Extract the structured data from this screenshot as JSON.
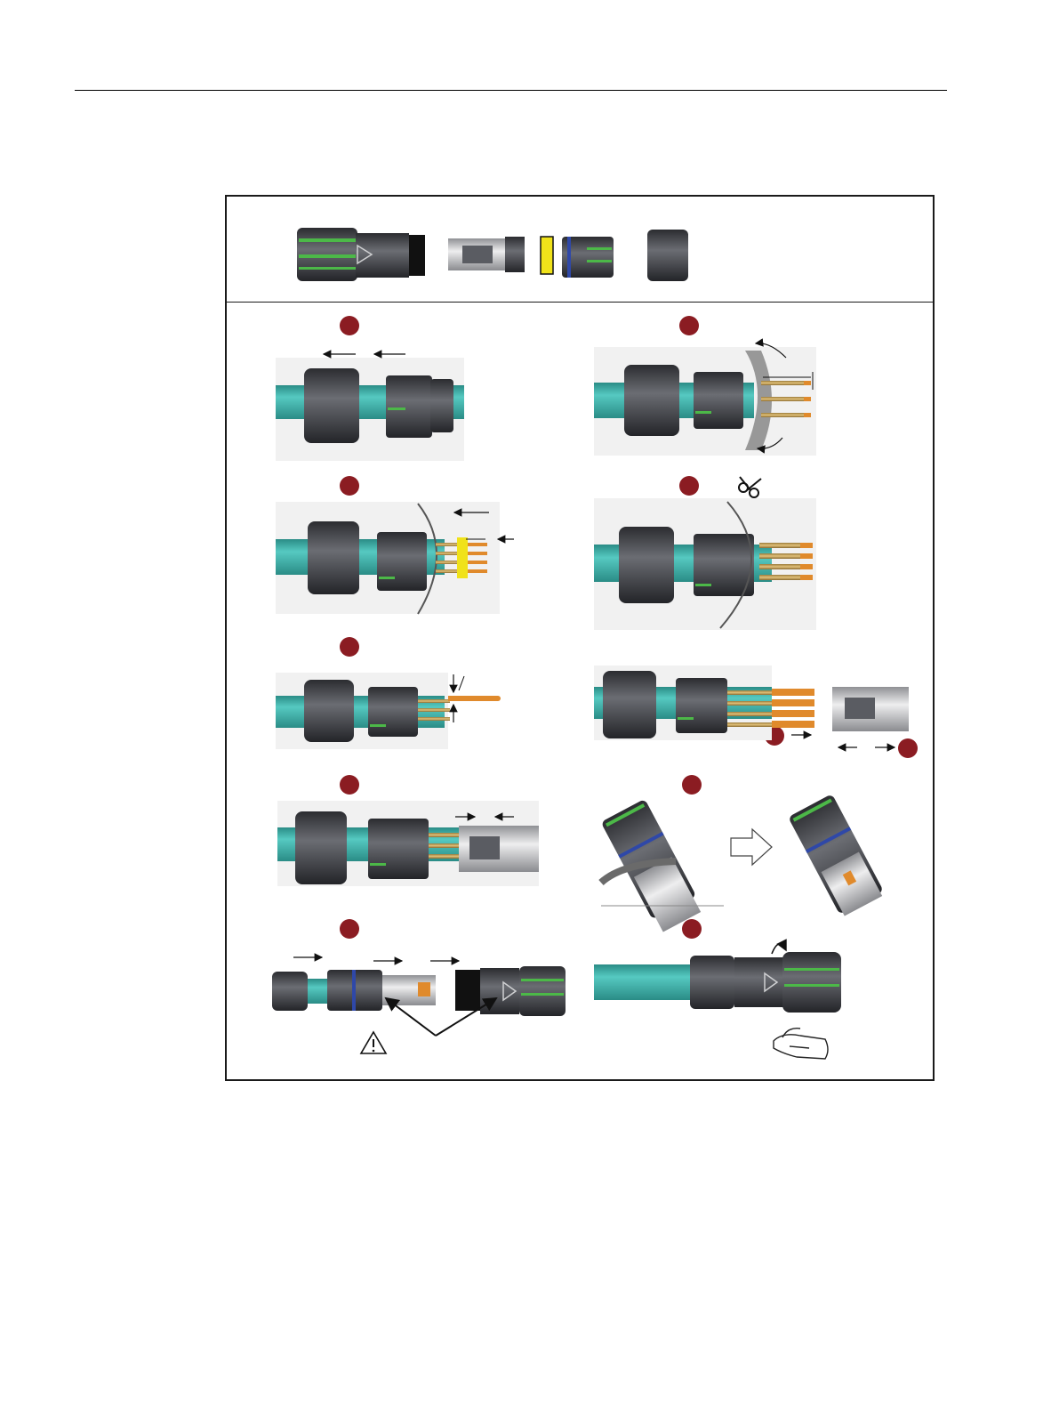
{
  "page": {
    "header_rule": true
  },
  "figure": {
    "colors": {
      "cable": "#3fb3ac",
      "cable_dark": "#2a8c86",
      "connector_dark": "#3a3b3f",
      "connector_mid": "#5a5c62",
      "grip_green": "#4cb848",
      "seal_blue": "#2f48a8",
      "insert_gray": "#cfd0d2",
      "wire_gold": "#c89a4a",
      "wire_copper": "#e08a2c",
      "seal_yellow": "#f0e21a",
      "step_marker": "#8b1c22",
      "shield_gray": "#7a7a7a"
    },
    "parts_row": [
      "coupling-nut",
      "contact-insert",
      "seal-ring",
      "clamp-body",
      "end-cap"
    ],
    "steps": [
      {
        "id": "step-1",
        "icon": "slide-parts-onto-cable"
      },
      {
        "id": "step-2",
        "icon": "fold-back-shield"
      },
      {
        "id": "step-3",
        "icon": "fit-yellow-ring"
      },
      {
        "id": "step-4",
        "icon": "trim-shield-scissors"
      },
      {
        "id": "step-5",
        "icon": "crimp-contact"
      },
      {
        "id": "step-6",
        "icon": "insert-contacts"
      },
      {
        "id": "step-7",
        "icon": "push-insert-to-body"
      },
      {
        "id": "step-8",
        "icon": "rotate-and-lock"
      },
      {
        "id": "step-9",
        "icon": "assemble-with-warning"
      },
      {
        "id": "step-10",
        "icon": "hand-tighten-nut"
      }
    ]
  }
}
